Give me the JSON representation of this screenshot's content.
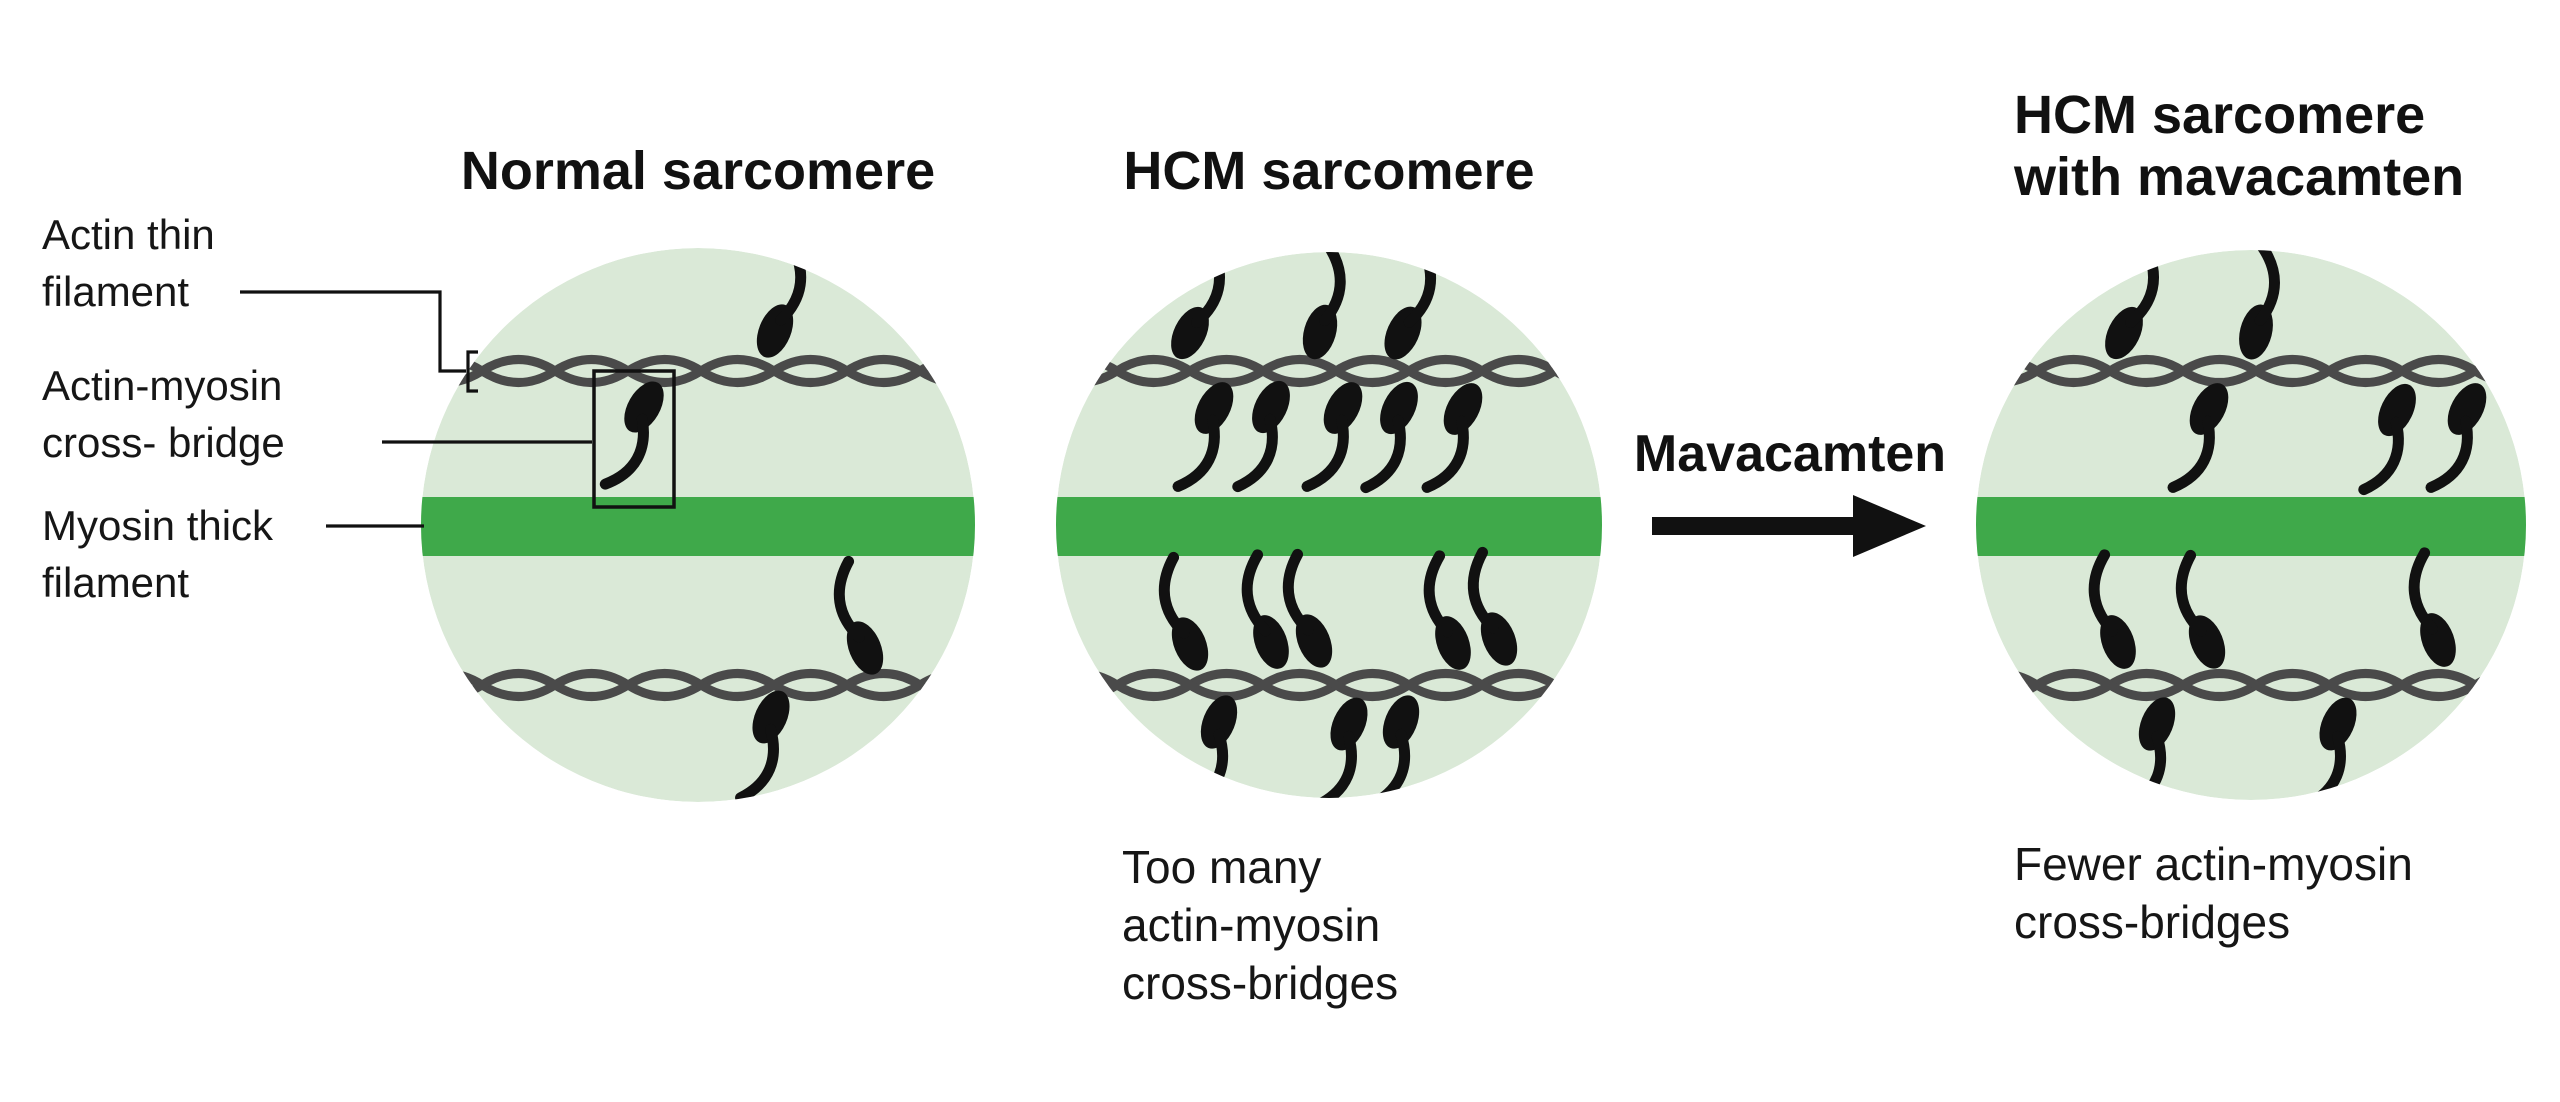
{
  "colors": {
    "background": "#ffffff",
    "sarcomere_fill": "#dae9d7",
    "myosin_band": "#3fa94a",
    "actin_chain": "#4a4a4a",
    "ink": "#111111"
  },
  "left_labels": {
    "actin_thin": {
      "line1": "Actin thin",
      "line2": "filament"
    },
    "cross_bridge": {
      "line1": "Actin-myosin",
      "line2": "cross- bridge"
    },
    "myosin_thick": {
      "line1": "Myosin thick",
      "line2": "filament"
    }
  },
  "panels": {
    "normal": {
      "title": "Normal sarcomere"
    },
    "hcm": {
      "title": "HCM sarcomere",
      "caption": {
        "line1": "Too many",
        "line2": "actin-myosin",
        "line3": "cross-bridges"
      }
    },
    "hcm_mava": {
      "title_line1": "HCM sarcomere",
      "title_line2": "with mavacamten",
      "caption": {
        "line1": "Fewer actin-myosin",
        "line2": "cross-bridges"
      }
    }
  },
  "arrow_label": "Mavacamten"
}
